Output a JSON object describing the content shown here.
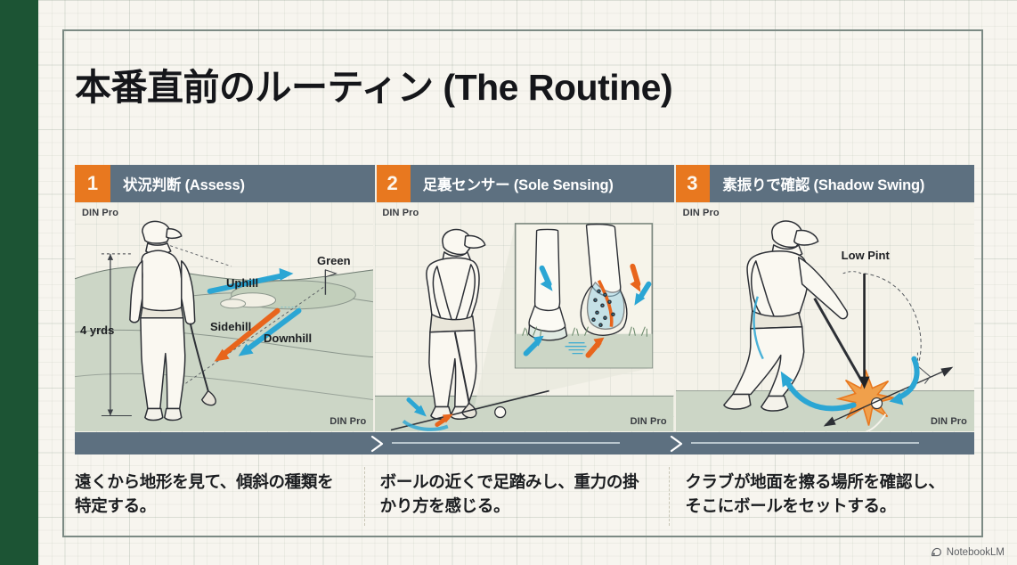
{
  "slide": {
    "title": "本番直前のルーティン (The Routine)",
    "accent_orange": "#e8781f",
    "header_slate": "#5d7080",
    "spine_green": "#1c5434",
    "paper": "#f7f5ef",
    "ground_green": "#ccd6c6",
    "arrow_blue": "#2ba6d4",
    "arrow_orange": "#e8651c"
  },
  "panels": [
    {
      "number": "1",
      "title": "状況判断 (Assess)",
      "watermark_top": "DIN Pro",
      "watermark_bottom": "DIN Pro",
      "caption": "遠くから地形を見て、傾斜の種類を特定する。",
      "labels": [
        {
          "text": "Uphill"
        },
        {
          "text": "Green"
        },
        {
          "text": "Sidehill"
        },
        {
          "text": "Downhill"
        },
        {
          "text": "4 yrds"
        }
      ]
    },
    {
      "number": "2",
      "title": "足裏センサー (Sole Sensing)",
      "watermark_top": "DIN Pro",
      "watermark_bottom": "DIN Pro",
      "caption": "ボールの近くで足踏みし、重力の掛かり方を感じる。",
      "labels": []
    },
    {
      "number": "3",
      "title": "素振りで確認 (Shadow Swing)",
      "watermark_top": "DIN Pro",
      "watermark_bottom": "DIN Pro",
      "caption": "クラブが地面を擦る場所を確認し、そこにボールをセットする。",
      "labels": [
        {
          "text": "Low Pint"
        }
      ]
    }
  ],
  "watermark": {
    "label": "NotebookLM",
    "icon": "notebooklm-icon"
  }
}
